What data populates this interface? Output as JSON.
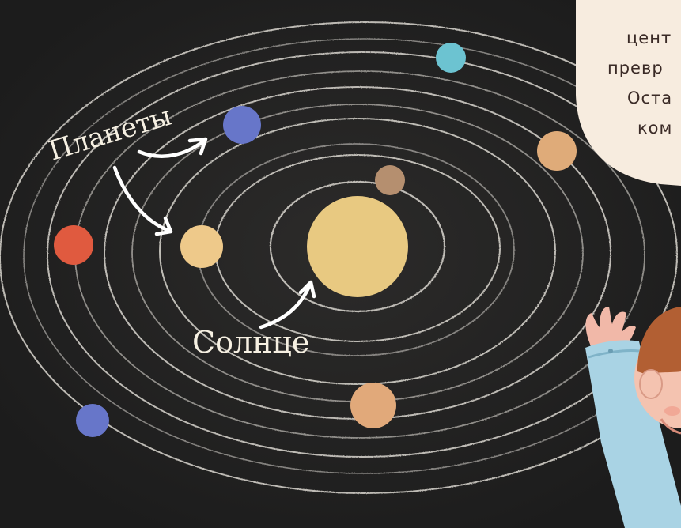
{
  "labels": {
    "planets": "Планеты",
    "sun": "Солнце"
  },
  "speech_bubble": {
    "lines": [
      "цент",
      "превр",
      "Оста",
      "ком"
    ]
  },
  "colors": {
    "background": "#222121",
    "orbit": "#d9d6cf",
    "sun": "#e8c981",
    "planet_blue": "#6776c9",
    "planet_red": "#e05a3f",
    "planet_cyan": "#6cc3d1",
    "planet_peach": "#e6b27e",
    "planet_brown": "#b58f6f",
    "planet_yellow": "#eec98a",
    "bubble": "#f7ecdf"
  },
  "icons": {
    "arrows": "curved-arrow",
    "character": "child-waving"
  }
}
